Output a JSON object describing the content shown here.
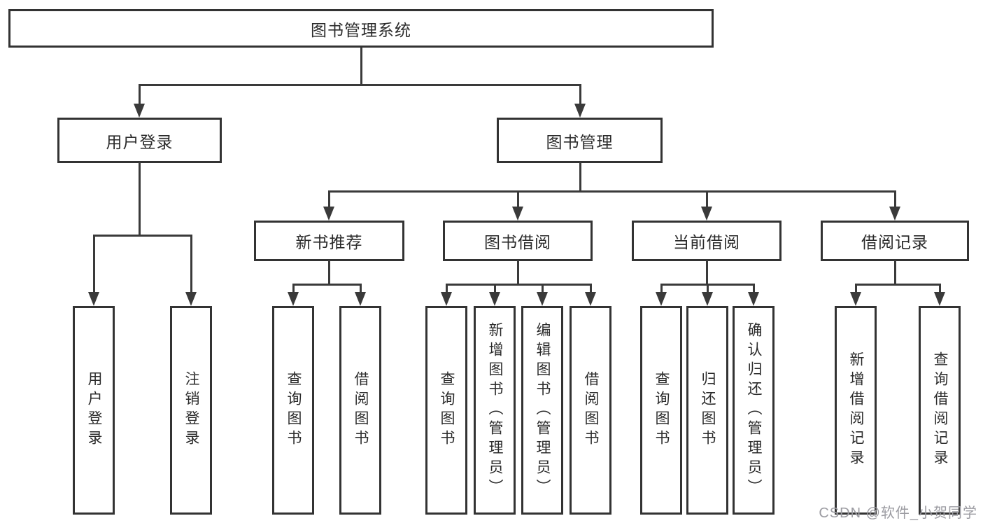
{
  "diagram": {
    "root": "图书管理系统",
    "level2": {
      "login": "用户登录",
      "management": "图书管理"
    },
    "level3": {
      "recommend": "新书推荐",
      "borrow": "图书借阅",
      "current": "当前借阅",
      "records": "借阅记录"
    },
    "leaves": {
      "login": [
        "用户登录",
        "注销登录"
      ],
      "recommend": [
        "查询图书",
        "借阅图书"
      ],
      "borrow": [
        "查询图书",
        "新增图书（管理员）",
        "编辑图书（管理员）",
        "借阅图书"
      ],
      "current": [
        "查询图书",
        "归还图书",
        "确认归还（管理员）"
      ],
      "records": [
        "新增借阅记录",
        "查询借阅记录"
      ]
    }
  },
  "watermark": "CSDN @软件_小贺同学",
  "colors": {
    "line": "#3a3a3a",
    "border": "#333333",
    "text": "#2b2b2b",
    "watermark": "#9b9ba1",
    "background": "#ffffff"
  }
}
